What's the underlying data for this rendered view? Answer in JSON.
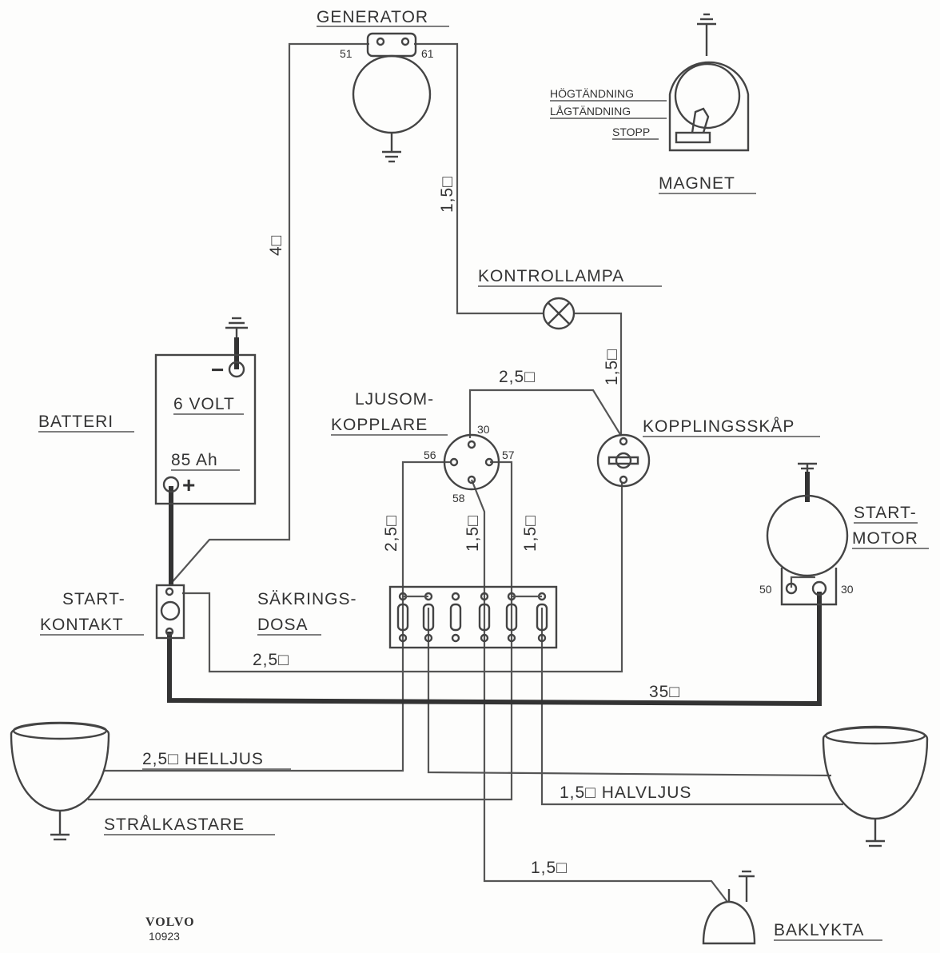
{
  "labels": {
    "generator": "GENERATOR",
    "magnet": "MAGNET",
    "hogtandning": "HÖGTÄNDNING",
    "lagtandning": "LÅGTÄNDNING",
    "stopp": "STOPP",
    "kontrollampa": "KONTROLLAMPA",
    "batteri": "BATTERI",
    "volt": "6 VOLT",
    "ah": "85 Ah",
    "minus": "−",
    "plus": "+",
    "ljusom": "LJUSOM-",
    "kopplare": "KOPPLARE",
    "kopplingsskap": "KOPPLINGSSKÅP",
    "startmotor1": "START-",
    "startmotor2": "MOTOR",
    "startkontakt1": "START-",
    "startkontakt2": "KONTAKT",
    "sakrings": "SÄKRINGS-",
    "dosa": "DOSA",
    "helljus": "2,5□ HELLJUS",
    "halvljus": "1,5□ HALVLJUS",
    "stralkastare": "STRÅLKASTARE",
    "baklykta": "BAKLYKTA",
    "volvo": "VOLVO",
    "code": "10923"
  },
  "terminals": {
    "t51": "51",
    "t61": "61",
    "t30": "30",
    "t56": "56",
    "t57": "57",
    "t58": "58",
    "sm50": "50",
    "sm30": "30"
  },
  "wires": {
    "w4": "4□",
    "w15_gen": "1,5□",
    "w15_kopp": "1,5□",
    "w25_top": "2,5□",
    "w25_left": "2,5□",
    "w15_mid": "1,5□",
    "w15_right": "1,5□",
    "w25_bottom": "2,5□",
    "w35": "35□",
    "w15_bak": "1,5□"
  }
}
